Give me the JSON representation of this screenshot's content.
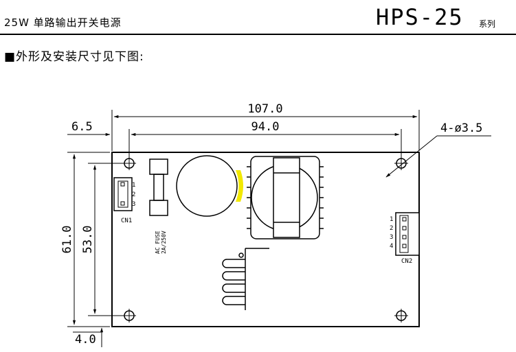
{
  "header": {
    "product_line": "25W 单路输出开关电源",
    "model": "HPS-25",
    "series_suffix": "系列"
  },
  "section_title": "■外形及安装尺寸见下图:",
  "dimensions": {
    "board_length": "107.0",
    "hole_spacing_x": "94.0",
    "hole_offset_x": "6.5",
    "mount_holes": "4-ø3.5",
    "board_width": "61.0",
    "hole_spacing_y": "53.0",
    "hole_offset_y": "4.0"
  },
  "connectors": {
    "cn1": {
      "label": "CN1",
      "pins": [
        "1",
        "2",
        "3"
      ]
    },
    "cn2": {
      "label": "CN2",
      "pins": [
        "1",
        "2",
        "3",
        "4"
      ]
    }
  },
  "fuse": {
    "line1": "AC FUSE",
    "line2": "2A/250V"
  },
  "colors": {
    "line": "#000000",
    "highlight": "#f2e900"
  }
}
